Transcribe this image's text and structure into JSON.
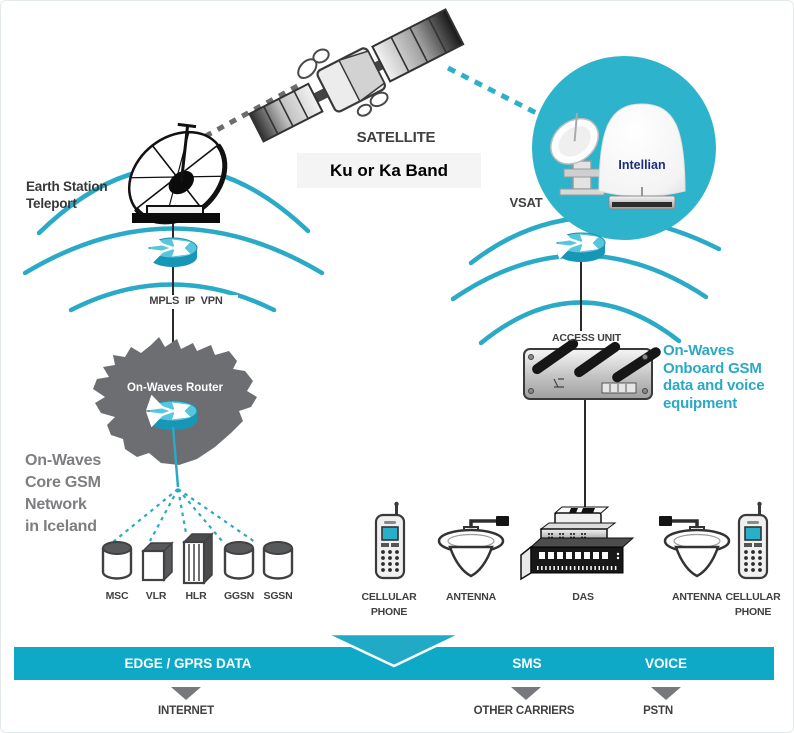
{
  "colors": {
    "accent_teal": "#14a9c7",
    "circle_teal": "#2db4cc",
    "dark_text": "#414042",
    "gray_text": "#7d7e81",
    "map_gray": "#6d6e71",
    "intellian_blue": "#1c2e80",
    "arrow_gray": "#77787b"
  },
  "satellite": {
    "label": "SATELLITE",
    "band": "Ku or Ka Band"
  },
  "earth_station": {
    "label": "Earth Station\nTeleport",
    "link_label": "MPLS IP VPN"
  },
  "iceland": {
    "router_label": "On-Waves Router",
    "caption": "On-Waves\nCore GSM\nNetwork\nin Iceland",
    "nodes": [
      "MSC",
      "VLR",
      "HLR",
      "GGSN",
      "SGSN"
    ]
  },
  "vessel": {
    "vsat_label": "VSAT",
    "brand": "Intellian",
    "access_unit_label": "ACCESS UNIT",
    "caption": "On-Waves\nOnboard GSM\ndata and voice\nequipment",
    "devices": [
      "CELLULAR\nPHONE",
      "ANTENNA",
      "DAS",
      "ANTENNA",
      "CELLULAR\nPHONE"
    ]
  },
  "services_bar": {
    "segments": [
      "EDGE / GPRS DATA",
      "SMS",
      "VOICE"
    ]
  },
  "outputs": [
    "INTERNET",
    "OTHER CARRIERS",
    "PSTN"
  ],
  "icons": [
    "satellite-icon",
    "earth-station-dish-icon",
    "router-icon",
    "iceland-map",
    "database-cylinder-icon",
    "vlr-box-icon",
    "hlr-rack-icon",
    "vsat-dome-icon",
    "access-unit-icon",
    "cellular-phone-icon",
    "antenna-dome-icon",
    "das-stack-icon",
    "down-arrow-icon",
    "funnel-icon"
  ]
}
